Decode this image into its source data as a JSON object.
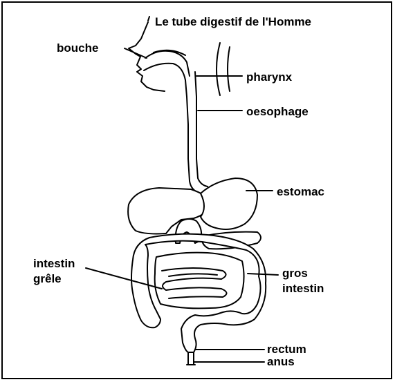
{
  "title": "Le tube digestif de l'Homme",
  "labels": {
    "bouche": "bouche",
    "pharynx": "pharynx",
    "oesophage": "oesophage",
    "estomac": "estomac",
    "intestin_grele_1": "intestin",
    "intestin_grele_2": "grêle",
    "gros_intestin_1": "gros",
    "gros_intestin_2": "intestin",
    "rectum": "rectum",
    "anus": "anus"
  }
}
